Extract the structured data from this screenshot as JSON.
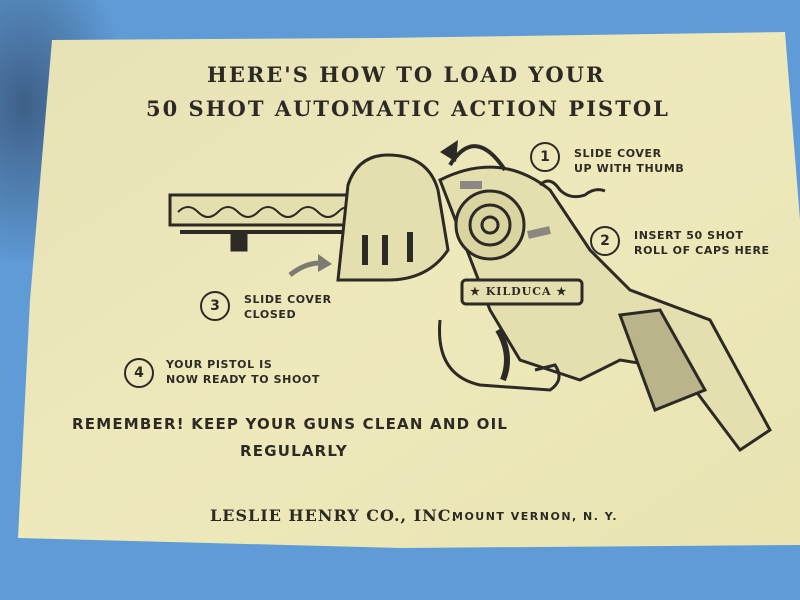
{
  "title": {
    "line1": "HERE'S HOW TO LOAD YOUR",
    "line2": "50 SHOT AUTOMATIC ACTION PISTOL"
  },
  "steps": [
    {
      "number": "1",
      "line1": "SLIDE COVER",
      "line2": "UP WITH THUMB"
    },
    {
      "number": "2",
      "line1": "INSERT 50 SHOT",
      "line2": "ROLL OF CAPS HERE"
    },
    {
      "number": "3",
      "line1": "SLIDE COVER",
      "line2": "CLOSED"
    },
    {
      "number": "4",
      "line1": "YOUR PISTOL IS",
      "line2": "NOW READY TO SHOOT"
    }
  ],
  "remember": {
    "line1": "REMEMBER! KEEP YOUR GUNS CLEAN AND OIL",
    "line2": "REGULARLY"
  },
  "footer": {
    "company": "LESLIE HENRY CO., INC.",
    "location": "MOUNT VERNON, N. Y."
  },
  "pistol_nameplate": "★ KILDUCA ★",
  "colors": {
    "background": "#5f9bd6",
    "paper": "#ece7b8",
    "ink": "#2d2a26"
  }
}
